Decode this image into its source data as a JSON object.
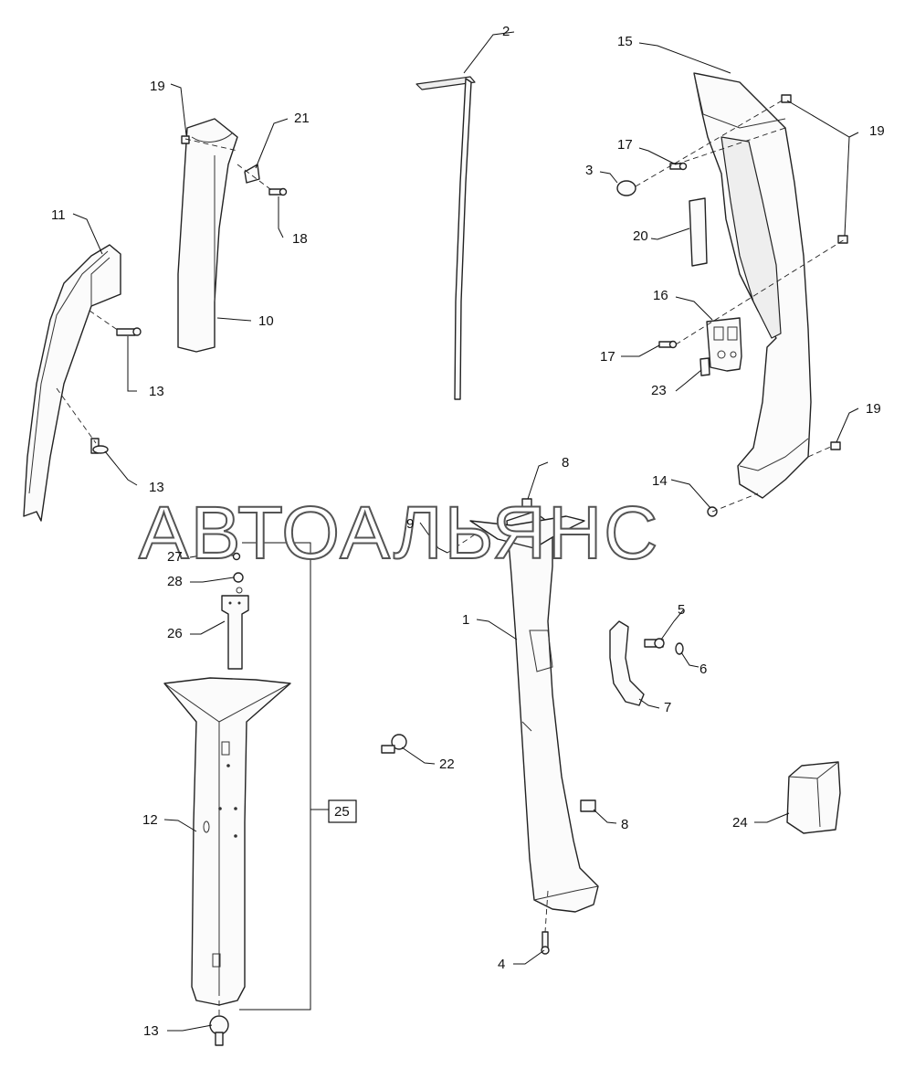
{
  "callouts": {
    "c1": "1",
    "c2": "2",
    "c3": "3",
    "c4": "4",
    "c5": "5",
    "c6": "6",
    "c7": "7",
    "c8a": "8",
    "c8b": "8",
    "c9": "9",
    "c10": "10",
    "c11": "11",
    "c12": "12",
    "c13a": "13",
    "c13b": "13",
    "c13c": "13",
    "c14": "14",
    "c15": "15",
    "c16": "16",
    "c17a": "17",
    "c17b": "17",
    "c18": "18",
    "c19a": "19",
    "c19b": "19",
    "c19c": "19",
    "c20": "20",
    "c21": "21",
    "c22": "22",
    "c23": "23",
    "c24": "24",
    "c25": "25",
    "c26": "26",
    "c27": "27",
    "c28": "28"
  },
  "watermark": "АВТОАЛЬЯНС"
}
